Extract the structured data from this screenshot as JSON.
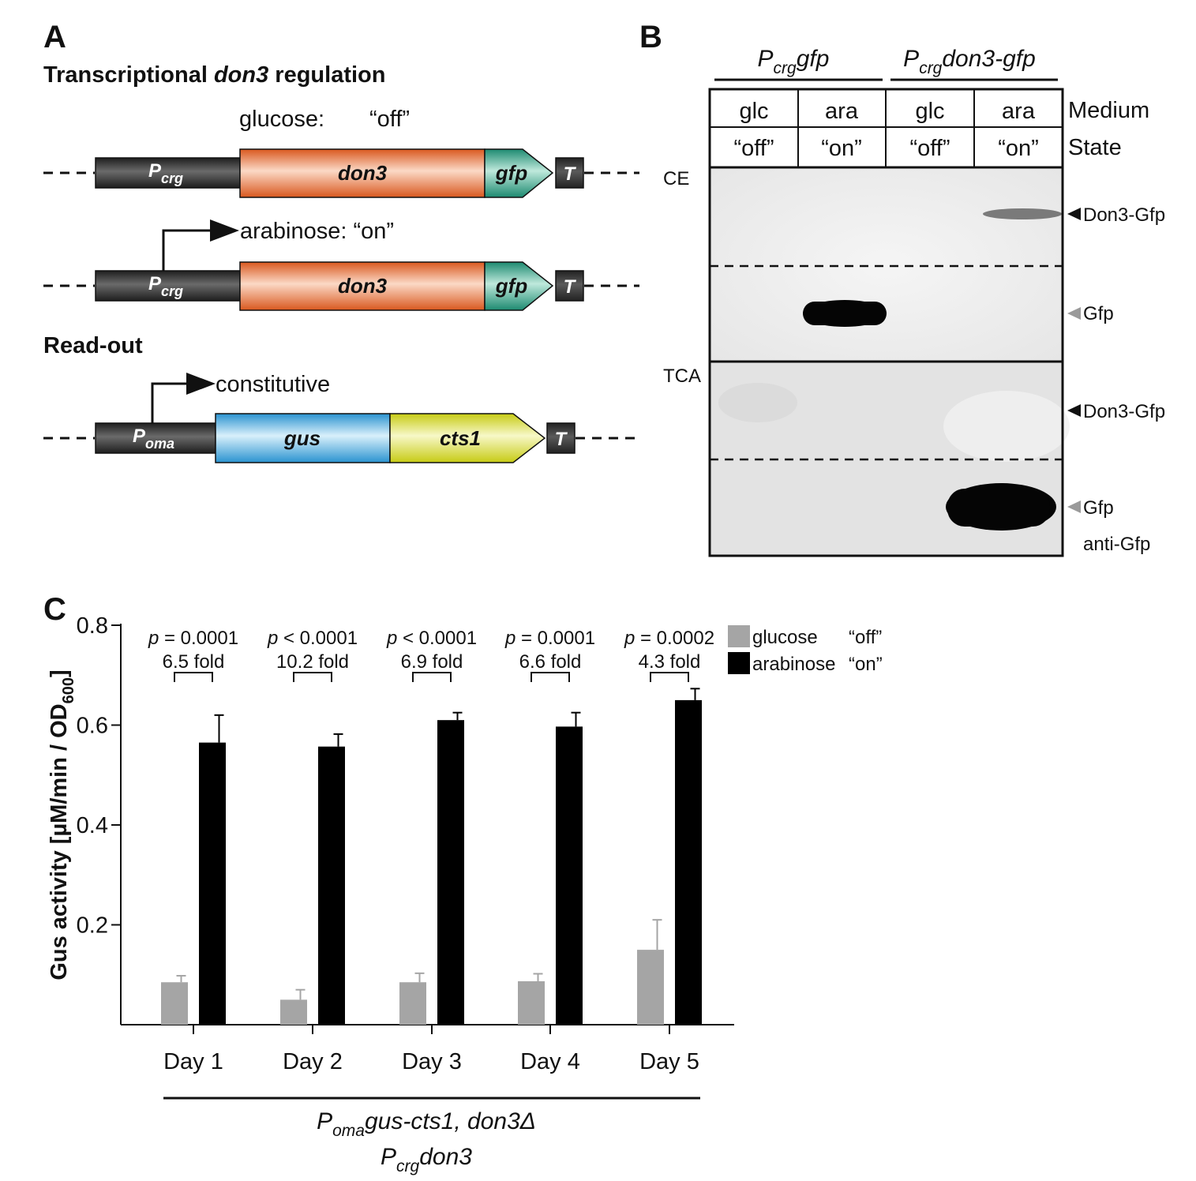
{
  "panel_a": {
    "letter": "A",
    "heading_pre": "Transcriptional ",
    "heading_gene": "don3",
    "heading_post": " regulation",
    "glucose_label": "glucose:",
    "glucose_state": "“off”",
    "arabinose_label": "arabinose: “on”",
    "promoter_main": "P",
    "promoter_sub": "crg",
    "gene_don3": "don3",
    "gene_gfp": "gfp",
    "terminator": "T",
    "readout_heading": "Read-out",
    "constitutive_label": "constitutive",
    "oma_main": "P",
    "oma_sub": "oma",
    "gene_gus": "gus",
    "gene_cts1": "cts1",
    "colors": {
      "promoter": "#3a3a3a",
      "don3": "#e8743a",
      "gfp": "#2e9e85",
      "gus": "#3aa0d8",
      "cts1": "#d3d62a",
      "terminator": "#2a2a2a"
    }
  },
  "panel_b": {
    "letter": "B",
    "group1_main": "P",
    "group1_sub": "crg",
    "group1_gene": "gfp",
    "group2_main": "P",
    "group2_sub": "crg",
    "group2_gene": "don3-gfp",
    "medium": [
      "glc",
      "ara",
      "glc",
      "ara"
    ],
    "state": [
      "“off”",
      "“on”",
      "“off”",
      "“on”"
    ],
    "medium_label": "Medium",
    "state_label": "State",
    "ce_label": "CE",
    "tca_label": "TCA",
    "band_don3": "Don3-Gfp",
    "band_gfp": "Gfp",
    "antibody": "anti-Gfp"
  },
  "panel_c": {
    "letter": "C",
    "ylabel_main": "Gus activity [µM/min / OD",
    "ylabel_sub": "600",
    "ylabel_end": "]",
    "p_prefix": "p",
    "stats": [
      {
        "p": " = 0.0001",
        "fold": "6.5 fold"
      },
      {
        "p": " < 0.0001",
        "fold": "10.2 fold"
      },
      {
        "p": " < 0.0001",
        "fold": "6.9 fold"
      },
      {
        "p": " = 0.0001",
        "fold": "6.6 fold"
      },
      {
        "p": " = 0.0002",
        "fold": "4.3 fold"
      }
    ],
    "strain_line1_main": "P",
    "strain_line1_sub": "oma",
    "strain_line1_rest": "gus-cts1, don3Δ",
    "strain_line2_main": "P",
    "strain_line2_sub": "crg",
    "strain_line2_rest": "don3",
    "legend": [
      {
        "name": "glucose",
        "state": "“off”",
        "color": "#a5a5a5"
      },
      {
        "name": "arabinose",
        "state": "“on”",
        "color": "#000000"
      }
    ]
  },
  "chart_data": {
    "type": "bar",
    "categories": [
      "Day 1",
      "Day 2",
      "Day 3",
      "Day 4",
      "Day 5"
    ],
    "series": [
      {
        "name": "glucose “off”",
        "values": [
          0.085,
          0.05,
          0.085,
          0.087,
          0.15
        ],
        "errors": [
          0.013,
          0.02,
          0.018,
          0.015,
          0.06
        ]
      },
      {
        "name": "arabinose “on”",
        "values": [
          0.565,
          0.557,
          0.61,
          0.597,
          0.65
        ],
        "errors": [
          0.055,
          0.025,
          0.015,
          0.028,
          0.023
        ]
      }
    ],
    "yticks": [
      "0.2",
      "0.4",
      "0.6",
      "0.8"
    ],
    "ytick_values": [
      0.2,
      0.4,
      0.6,
      0.8
    ],
    "ylim": [
      0,
      0.8
    ],
    "grid": false,
    "legend_position": "top-right"
  }
}
